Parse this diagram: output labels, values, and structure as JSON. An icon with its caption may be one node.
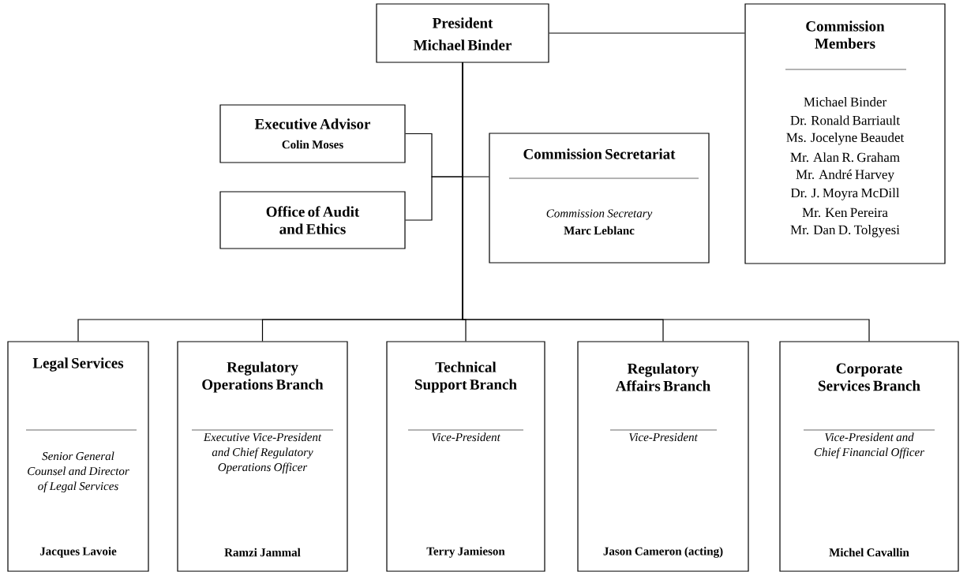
{
  "diagram": {
    "nodes": [
      {
        "text": [
          "President",
          "Michael Binder"
        ]
      },
      {
        "text": [
          "Commission Members",
          "Michael Binder",
          "Dr. Ronald Barriault",
          "Ms. Jocelyne Beaudet",
          "Mr. Alan R. Graham",
          "Mr. André Harvey",
          "Dr. J. Moyra McDill",
          "Mr. Ken Pereira",
          "Mr. Dan D. Tolgyesi"
        ]
      },
      {
        "text": [
          "Executive Advisor",
          "Colin Moses"
        ]
      },
      {
        "text": [
          "Office of Audit and Ethics"
        ]
      },
      {
        "text": [
          "Commission Secretariat",
          "Commission Secretary",
          "Marc Leblanc"
        ]
      },
      {
        "text": [
          "Legal Services",
          "Senior General Counsel and Director of Legal Services",
          "Jacques Lavoie"
        ]
      },
      {
        "text": [
          "Regulatory Operations Branch",
          "Executive Vice-President and Chief Regulatory Operations Officer",
          "Ramzi Jammal"
        ]
      },
      {
        "text": [
          "Technical Support Branch",
          "Vice-President",
          "Terry Jamieson"
        ]
      },
      {
        "text": [
          "Regulatory Affairs Branch",
          "Vice-President",
          "Jason Cameron (acting)"
        ]
      },
      {
        "text": [
          "Corporate Services Branch",
          "Vice-President and Chief Financial Officer",
          "Michel Cavallin"
        ]
      }
    ],
    "edges": [
      {
        "from": 0,
        "to": 1,
        "arrow": "none"
      },
      {
        "from": 0,
        "to": 2,
        "arrow": "none"
      },
      {
        "from": 0,
        "to": 3,
        "arrow": "none"
      },
      {
        "from": 0,
        "to": 4,
        "arrow": "none"
      },
      {
        "from": 0,
        "to": 5,
        "arrow": "none"
      },
      {
        "from": 0,
        "to": 6,
        "arrow": "none"
      },
      {
        "from": 0,
        "to": 7,
        "arrow": "none"
      },
      {
        "from": 0,
        "to": 8,
        "arrow": "none"
      },
      {
        "from": 0,
        "to": 9,
        "arrow": "none"
      }
    ]
  }
}
